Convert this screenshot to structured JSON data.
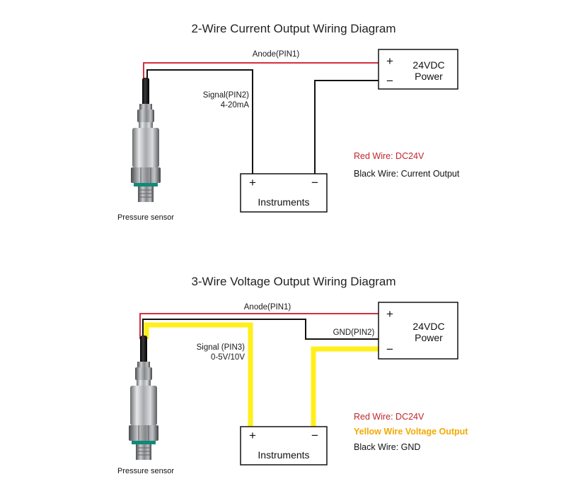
{
  "diagram1": {
    "title": "2-Wire Current Output Wiring Diagram",
    "anode_label": "Anode(PIN1)",
    "signal_label_line1": "Signal(PIN2)",
    "signal_label_line2": "4-20mA",
    "power_plus": "+",
    "power_minus": "−",
    "power_line1": "24VDC",
    "power_line2": "Power",
    "instr_plus": "+",
    "instr_minus": "−",
    "instr_label": "Instruments",
    "sensor_caption": "Pressure sensor",
    "legend_red": "Red Wire:  DC24V",
    "legend_black": "Black Wire:   Current Output"
  },
  "diagram2": {
    "title": "3-Wire Voltage Output Wiring Diagram",
    "anode_label": "Anode(PIN1)",
    "gnd_label": "GND(PIN2)",
    "signal_label_line1": "Signal (PIN3)",
    "signal_label_line2": "0-5V/10V",
    "power_plus": "+",
    "power_minus": "−",
    "power_line1": "24VDC",
    "power_line2": "Power",
    "instr_plus": "+",
    "instr_minus": "−",
    "instr_label": "Instruments",
    "sensor_caption": "Pressure sensor",
    "legend_red": "Red Wire:  DC24V",
    "legend_yellow": "Yellow Wire Voltage Output",
    "legend_black": "Black Wire:  GND"
  },
  "colors": {
    "red_wire": "#d2313a",
    "black_wire": "#111111",
    "yellow_wire": "#ffef1a",
    "legend_red": "#c0262c",
    "legend_yellow": "#f2a900"
  }
}
